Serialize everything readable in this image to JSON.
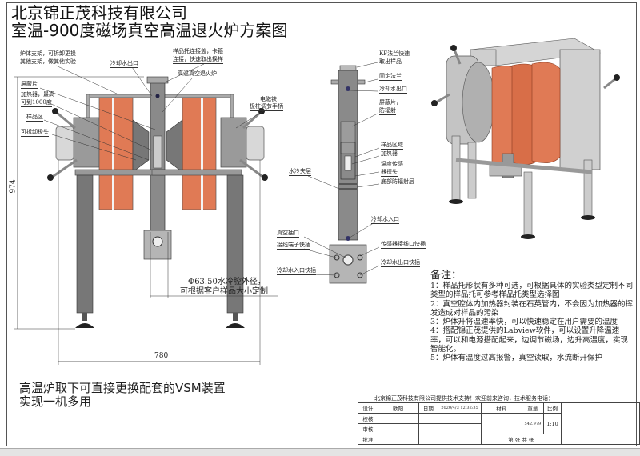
{
  "title": {
    "line1": "北京锦正茂科技有限公司",
    "line2": "室温-900度磁场真空高温退火炉方案图"
  },
  "front_view": {
    "labels": {
      "support_1": "炉体支架，可拆卸更换",
      "support_2": "其他支架，做其他实验",
      "coolant_out": "冷却水出口",
      "holder_1": "样品托连接盖，卡箍",
      "holder_2": "连接，快速取出换样",
      "furnace": "高温真空退火炉",
      "magnet_1": "电磁铁",
      "magnet_2": "极柱调节手柄",
      "shield": "屏蔽片",
      "heater_1": "加热器，最高",
      "heater_2": "可到1000度",
      "sample_zone": "样品区",
      "pole_head": "可拆卸极头",
      "diameter_1": "Φ63.50水冷腔外径，",
      "diameter_2": "可根据客户样品大小定制"
    },
    "dimensions": {
      "height": "974",
      "width": "780"
    }
  },
  "side_view": {
    "labels": {
      "kf_1": "KF法兰快速",
      "kf_2": "取出样品",
      "flange": "固定法兰",
      "coolant_out": "冷却水出口",
      "shield_1": "屏蔽片，",
      "shield_2": "防辐射",
      "sample_area": "样品区域",
      "heater": "加热器",
      "sensor_1": "温度传感",
      "sensor_2": "器探头",
      "bottom_shield": "底部防辐射层",
      "water_jacket": "水冷夹层",
      "coolant_in": "冷却水入口",
      "vacuum_port": "真空抽口",
      "terminal": "接线端子快插",
      "sensor_port": "传感器接线口快插",
      "coolant_in_plug": "冷却水入口快插",
      "coolant_out_plug": "冷却水出口快插"
    }
  },
  "notes": {
    "heading": "备注：",
    "items": [
      "1：样品托形状有多种可选，可根据具体的实验类型定制不同类型的样品托可参考样品托类型选择图",
      "2：真空腔体内加热器封装在石英管内，不会因为加热器的挥发造成对样品的污染",
      "3：炉体升将温速率快，可以快速稳定在用户需要的温度",
      "4：搭配锦正茂提供的Labview软件，可以设置升降温速率，可以和电源搭配起来，边调节磁场，边升高温度，实现智能化。",
      "5：炉体有温度过高报警，真空读取，水流断开保护"
    ]
  },
  "caption": {
    "line1": "高温炉取下可直接更换配套的VSM装置",
    "line2": "实现一机多用"
  },
  "title_block": {
    "support_text": "北京锦正茂科技有限公司提供技术支持！欢迎前来咨询，技术服务电话：",
    "design_label": "设计",
    "designer": "欧阳",
    "date_label": "日期",
    "date": "2020/4/3 12:32:35",
    "material_label": "材料",
    "weight_label": "重量",
    "weight": "542.979",
    "scale_label": "比例",
    "scale": "1:10",
    "check_label": "校核",
    "review_label": "审核",
    "approve_label": "批准",
    "sheet_label": "第  张    共  张"
  },
  "colors": {
    "coil": "#e07a55",
    "metal": "#8a8a8a",
    "metal_light": "#c9c9c9",
    "dark": "#333333"
  }
}
